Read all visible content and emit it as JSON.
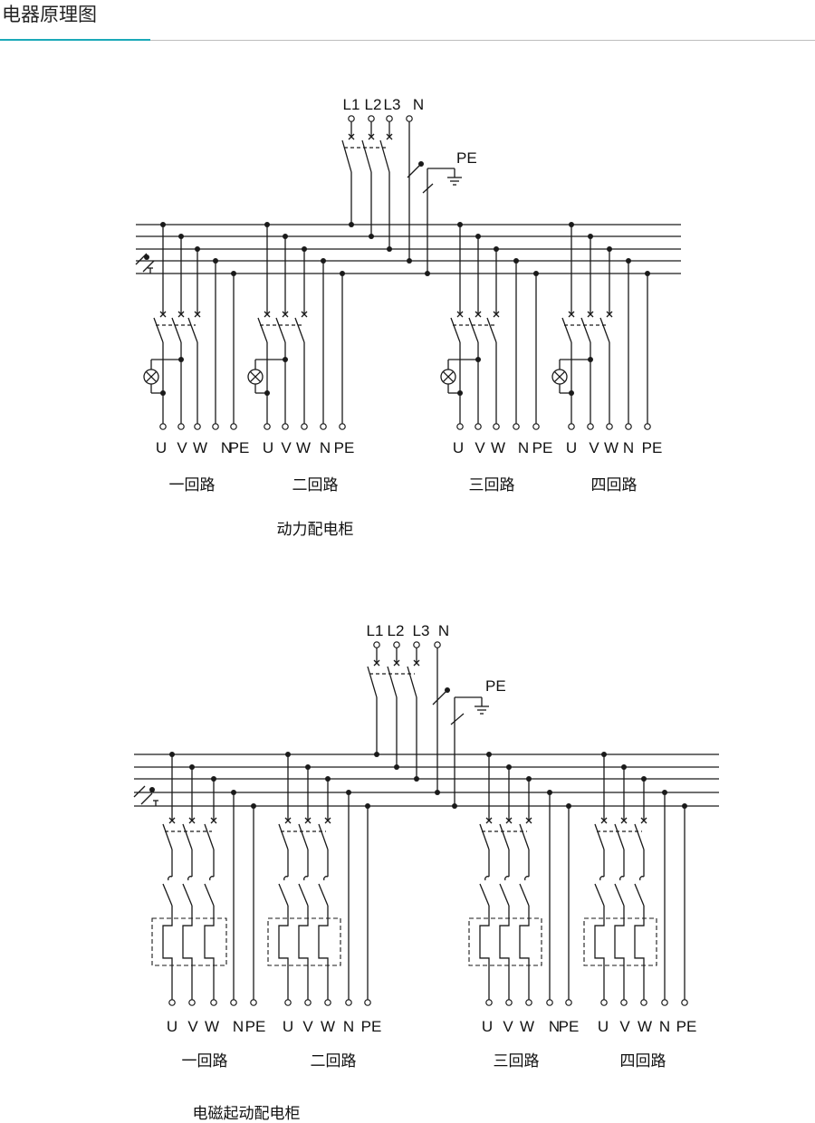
{
  "header": {
    "title": "电器原理图"
  },
  "diagrams": [
    {
      "name": "动力配电柜",
      "inputs": [
        "L1",
        "L2",
        "L3",
        "N"
      ],
      "pe": "PE",
      "circuits": [
        {
          "name": "一回路",
          "terminals": [
            "U",
            "V",
            "W",
            "N",
            "PE"
          ]
        },
        {
          "name": "二回路",
          "terminals": [
            "U",
            "V",
            "W",
            "N",
            "PE"
          ]
        },
        {
          "name": "三回路",
          "terminals": [
            "U",
            "V",
            "W",
            "N",
            "PE"
          ]
        },
        {
          "name": "四回路",
          "terminals": [
            "U",
            "V",
            "W",
            "N",
            "PE"
          ]
        }
      ]
    },
    {
      "name": "电磁起动配电柜",
      "inputs": [
        "L1",
        "L2",
        "L3",
        "N"
      ],
      "pe": "PE",
      "circuits": [
        {
          "name": "一回路",
          "terminals": [
            "U",
            "V",
            "W",
            "N",
            "PE"
          ]
        },
        {
          "name": "二回路",
          "terminals": [
            "U",
            "V",
            "W",
            "N",
            "PE"
          ]
        },
        {
          "name": "三回路",
          "terminals": [
            "U",
            "V",
            "W",
            "N",
            "PE"
          ]
        },
        {
          "name": "四回路",
          "terminals": [
            "U",
            "V",
            "W",
            "N",
            "PE"
          ]
        }
      ]
    }
  ]
}
